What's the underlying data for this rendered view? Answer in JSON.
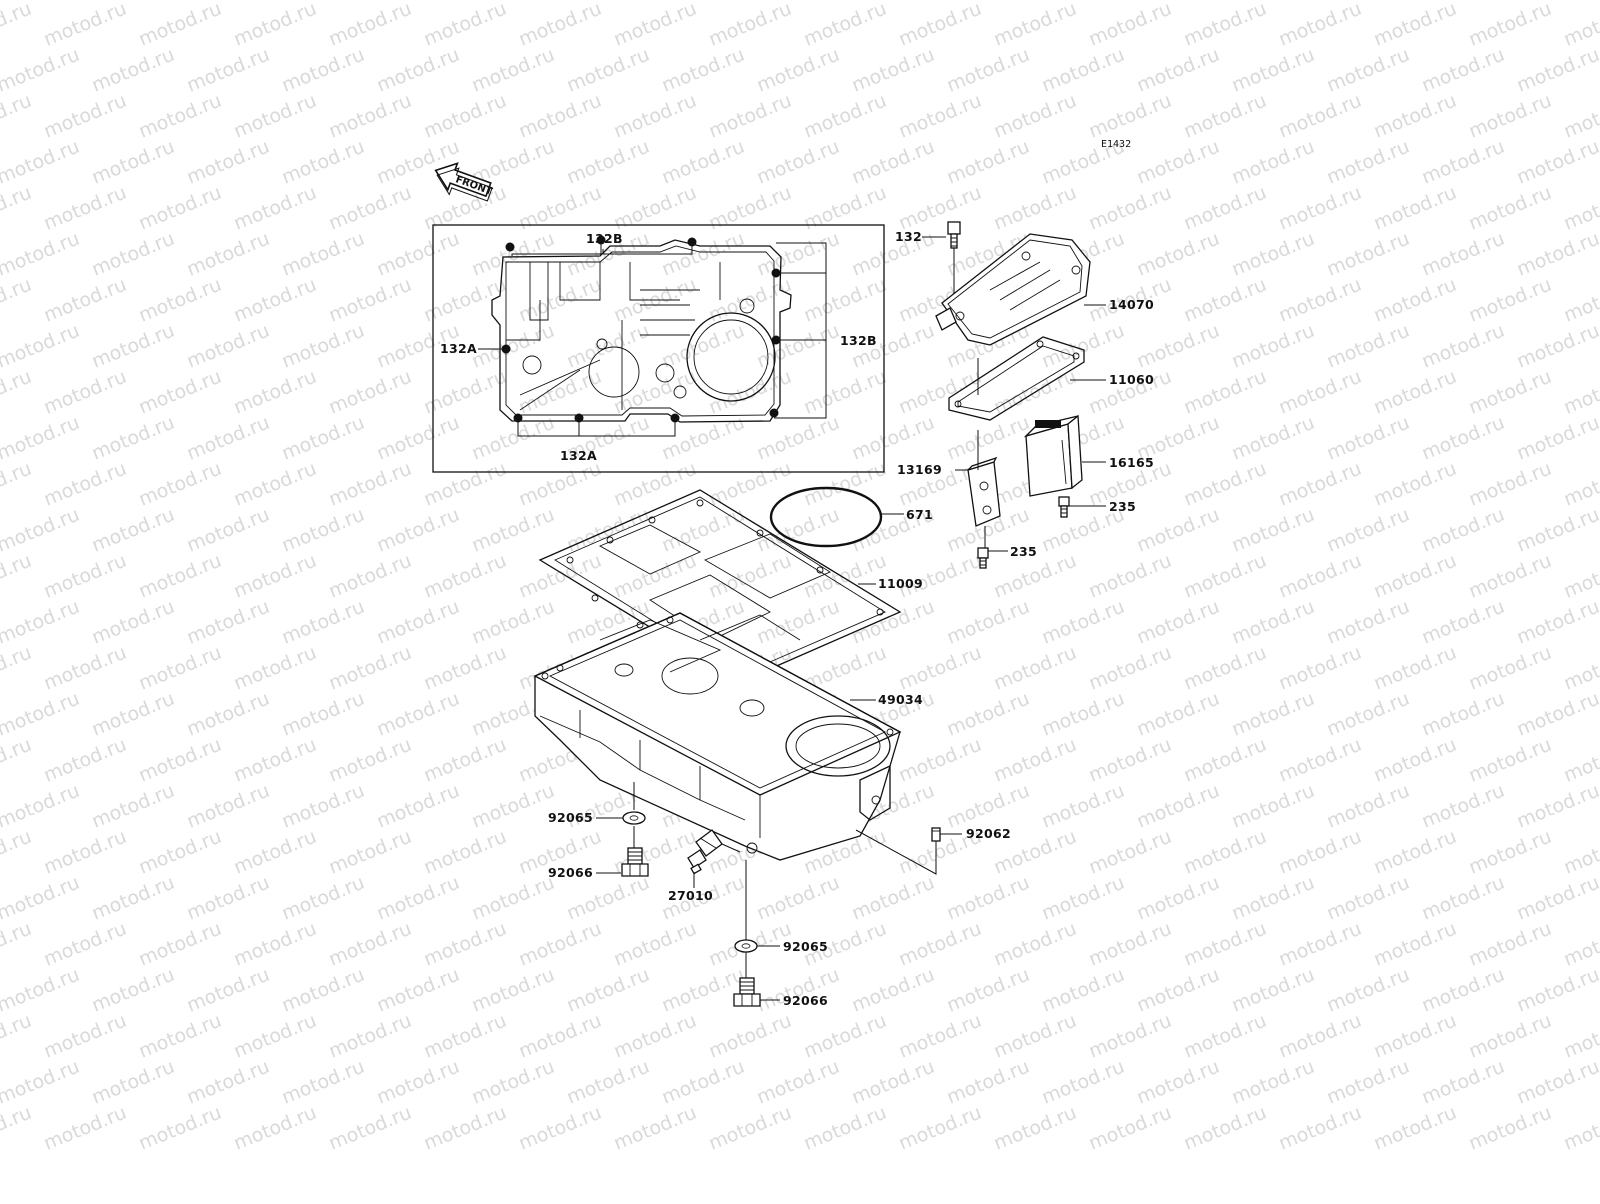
{
  "diagram": {
    "code": "E1432",
    "front_label": "FRONT",
    "watermark": "motod.ru",
    "inset_labels": {
      "bolt_b_top": "132B",
      "bolt_b_right": "132B",
      "bolt_a_left": "132A",
      "bolt_a_bottom": "132A"
    },
    "callouts": {
      "bolt_132": "132",
      "cover_14070": "14070",
      "gasket_11060": "11060",
      "element_16165": "16165",
      "plate_13169": "13169",
      "bolt_235_right": "235",
      "bolt_235_lower": "235",
      "oring_671": "671",
      "gasket_11009": "11009",
      "oil_pan_49034": "49034",
      "washer_92065_left": "92065",
      "plug_92066_left": "92066",
      "switch_27010": "27010",
      "pin_92062": "92062",
      "washer_92065_bottom": "92065",
      "plug_92066_bottom": "92066"
    }
  }
}
